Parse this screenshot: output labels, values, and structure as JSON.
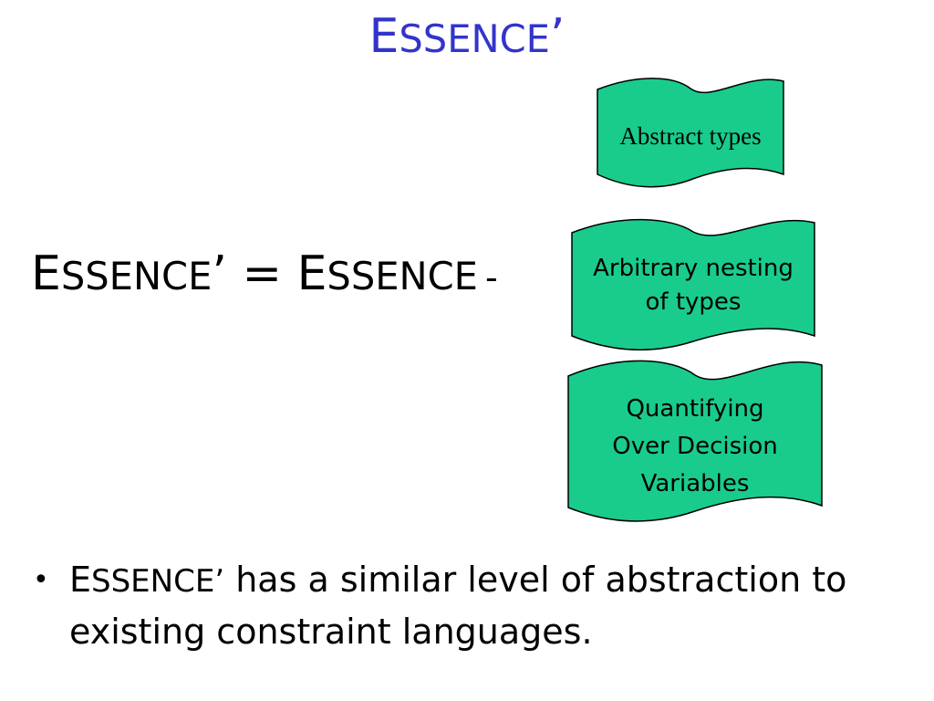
{
  "slide": {
    "title": {
      "initial": "E",
      "rest": "SSENCE",
      "suffix": "’"
    },
    "equation": {
      "left_initial": "E",
      "left_rest": "SSENCE",
      "left_suffix": "’",
      "operator": " = ",
      "right_initial": "E",
      "right_rest": "SSENCE",
      "minus": "-"
    },
    "banners": [
      {
        "text": "Abstract types"
      },
      {
        "text": "Arbitrary nesting\nof types"
      },
      {
        "text": "Quantifying\nOver Decision\nVariables"
      }
    ],
    "bullet": {
      "marker": "•",
      "essence_initial": "E",
      "essence_rest": "SSENCE",
      "essence_suffix": "’",
      "text": " has a similar level of abstraction to existing constraint languages."
    }
  },
  "colors": {
    "title": "#3333cc",
    "banner_fill": "#19cc8c",
    "banner_stroke": "#000000",
    "text": "#000000",
    "background": "#ffffff"
  }
}
